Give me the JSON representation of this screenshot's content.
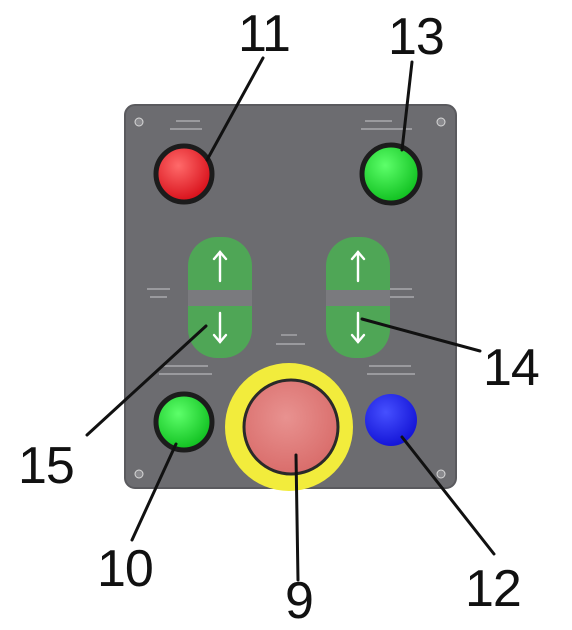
{
  "callouts": {
    "c9": "9",
    "c10": "10",
    "c11": "11",
    "c12": "12",
    "c13": "13",
    "c14": "14",
    "c15": "15"
  },
  "panel": {
    "color": "#6c6c70",
    "button_colors": {
      "red": "#e0141c",
      "green": "#14cf2a",
      "blue": "#1a20e8",
      "emergency_stop": "#dc7a78",
      "emergency_ring": "#f2ec3c",
      "rocker": "#4fa656"
    }
  }
}
